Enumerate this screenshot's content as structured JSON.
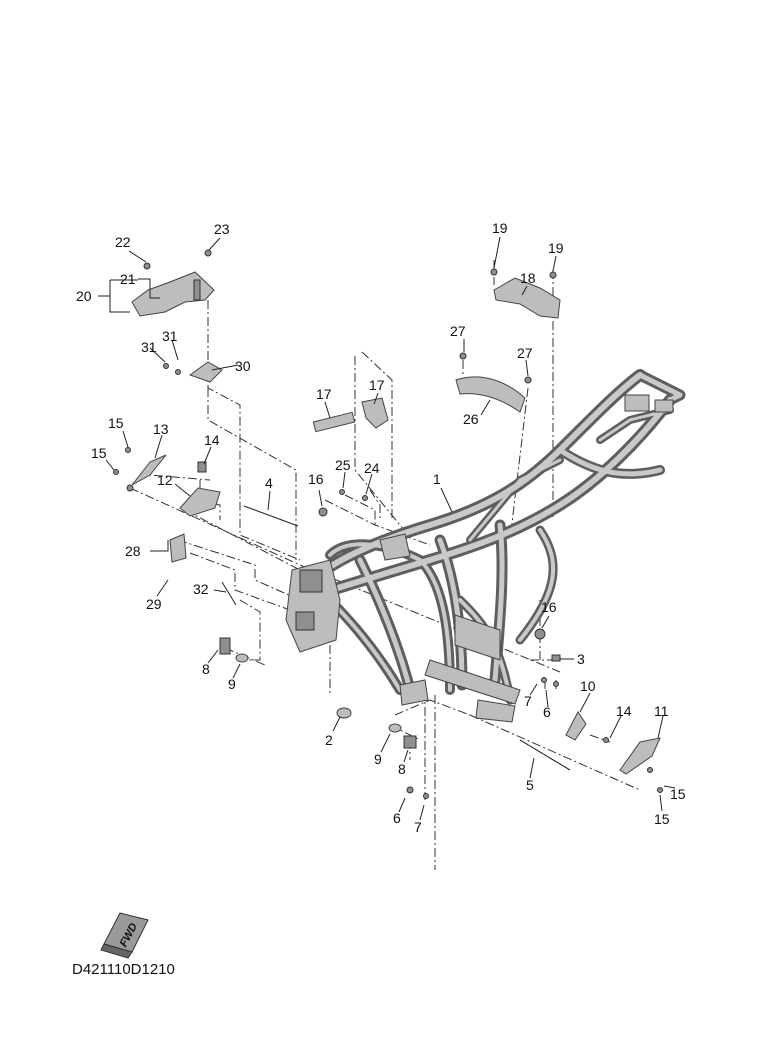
{
  "diagram": {
    "code": "D421110D1210",
    "fwd_label": "FWD",
    "callouts": [
      "1",
      "2",
      "3",
      "4",
      "5",
      "6",
      "6",
      "7",
      "7",
      "8",
      "8",
      "9",
      "9",
      "10",
      "11",
      "12",
      "13",
      "14",
      "14",
      "15",
      "15",
      "15",
      "15",
      "16",
      "16",
      "17",
      "17",
      "18",
      "19",
      "19",
      "20",
      "21",
      "22",
      "23",
      "24",
      "25",
      "26",
      "27",
      "27",
      "28",
      "29",
      "30",
      "31",
      "31",
      "32"
    ]
  }
}
